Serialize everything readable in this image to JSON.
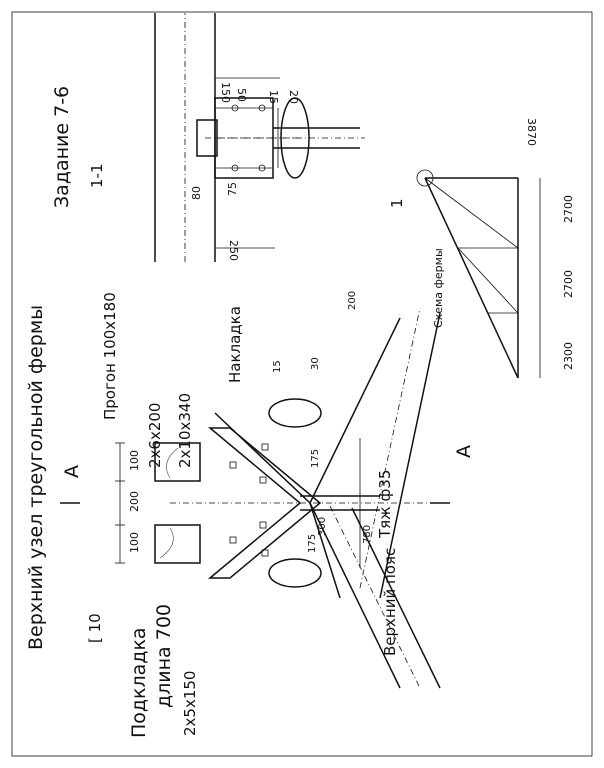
{
  "labels": {
    "title": "Верхний узел треугольной фермы",
    "task": "Задание 7-6",
    "section_11": "1-1",
    "section_a": "A",
    "scheme_title": "Схема фермы",
    "node_1": "1",
    "purlin": "Прогон 100x180",
    "plates_a": "2x6x200",
    "plates_b": "2x10x340",
    "overlay": "Накладка",
    "rod": "Тяж ф35",
    "top_chord": "Верхний пояс",
    "channel": "[ 10",
    "pad_l1": "Подкладка",
    "pad_l2": "длина 700",
    "pad_size": "2x5x150"
  },
  "dims": {
    "d100_top": "100",
    "d200": "200",
    "d100_bot": "100",
    "d175_a": "175",
    "d175_b": "175",
    "d300": "300",
    "d780": "780",
    "d15": "15",
    "d30": "30",
    "d200_chord": "200",
    "s_20": "20",
    "s_15": "15",
    "s_50": "50",
    "s_150": "150",
    "s_75": "75",
    "s_80": "80",
    "s_250": "250",
    "scheme_3870": "3870",
    "scheme_2700a": "2700",
    "scheme_2700b": "2700",
    "scheme_2300": "2300"
  }
}
